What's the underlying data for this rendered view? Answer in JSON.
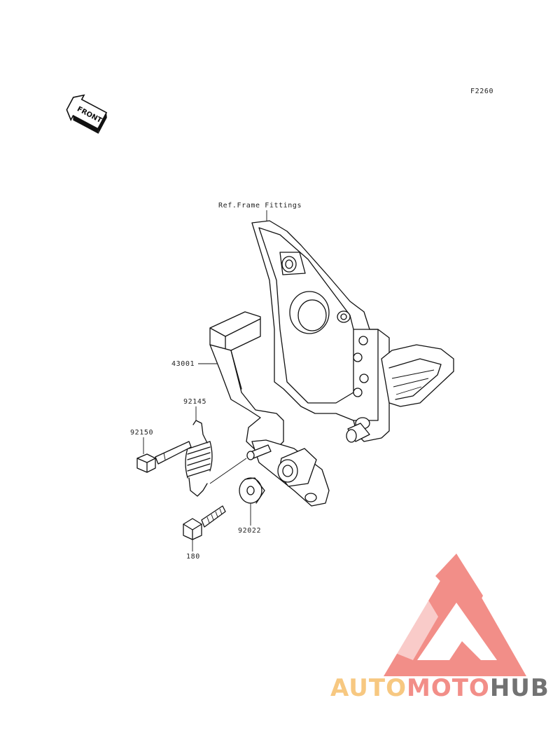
{
  "diagram": {
    "code": "F2260",
    "front_label": "FRONT",
    "reference_label": "Ref.Frame Fittings",
    "callouts": [
      {
        "id": "pedal",
        "label": "43001"
      },
      {
        "id": "spring",
        "label": "92145"
      },
      {
        "id": "pin-bolt",
        "label": "92150"
      },
      {
        "id": "washer",
        "label": "92022"
      },
      {
        "id": "bolt",
        "label": "180"
      }
    ]
  },
  "watermark": {
    "segments": [
      "AUTO",
      "MOTO",
      "HUB"
    ],
    "colors": {
      "triangle": "#f07b74",
      "auto": "#f6bf6c",
      "moto": "#f07b74",
      "hub": "#5a5a5a"
    }
  }
}
